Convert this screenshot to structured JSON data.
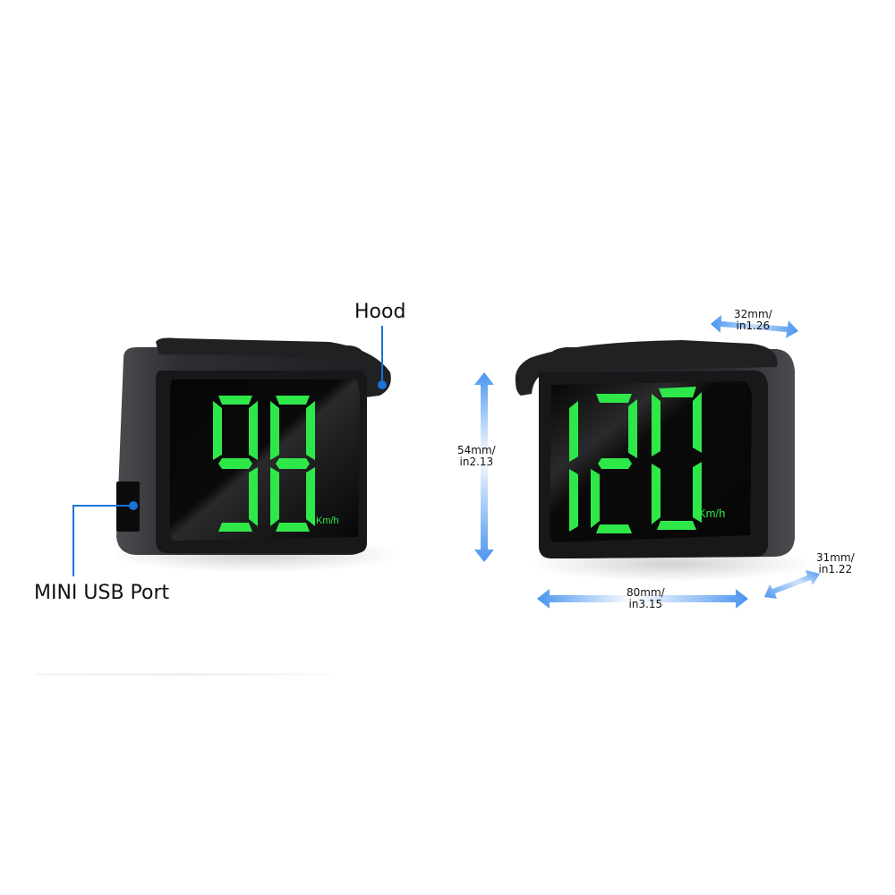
{
  "product": {
    "left_device": {
      "speed": "98",
      "unit": "Km/h"
    },
    "right_device": {
      "speed": "120",
      "unit": "Km/h"
    }
  },
  "callouts": {
    "hood": "Hood",
    "usb_port": "MINI USB Port"
  },
  "dimensions": {
    "height": {
      "mm": "54mm/",
      "inch": "in2.13"
    },
    "width": {
      "mm": "80mm/",
      "inch": "in3.15"
    },
    "depth_top": {
      "mm": "32mm/",
      "inch": "in1.26"
    },
    "depth_bottom": {
      "mm": "31mm/",
      "inch": "in1.22"
    }
  },
  "colors": {
    "display_green": "#2ee84a",
    "callout_blue": "#1a73d9",
    "arrow_blue": "#4a95f0",
    "device_body": "#2a2c2f"
  }
}
